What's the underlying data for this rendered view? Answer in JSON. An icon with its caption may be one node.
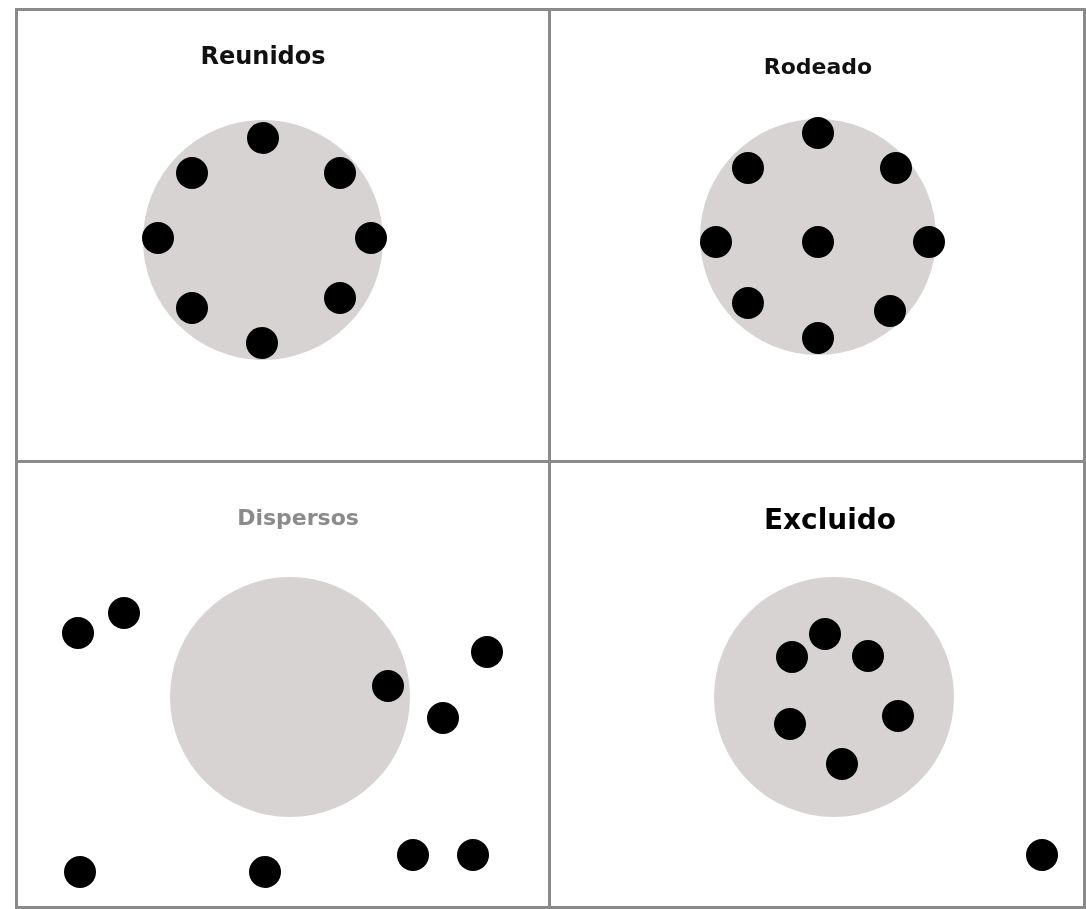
{
  "diagram": {
    "nodes": [
      {
        "text": [
          "Reunidos"
        ]
      },
      {
        "text": [
          "Rodeado"
        ]
      },
      {
        "text": [
          "Dispersos"
        ]
      },
      {
        "text": [
          "Excluido"
        ]
      }
    ]
  }
}
